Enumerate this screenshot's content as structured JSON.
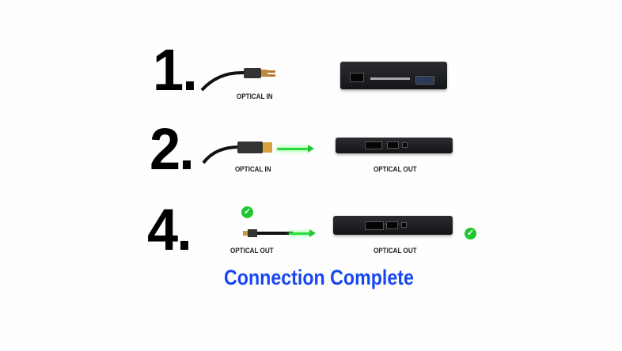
{
  "steps": [
    {
      "number": "1.",
      "cable_label": "OPTICAL IN",
      "device_label": ""
    },
    {
      "number": "2.",
      "cable_label": "OPTICAL IN",
      "device_label": "OPTICAL OUT"
    },
    {
      "number": "4.",
      "cable_label": "OPTICAL OUT",
      "device_label": "OPTICAL OUT"
    }
  ],
  "status_text": "Connection Complete",
  "colors": {
    "title": "#1746f2",
    "arrow": "#2bdc3c",
    "check": "#1fc72e"
  },
  "icons": [
    "cable-plug-icon",
    "green-arrow-icon",
    "checkmark-icon",
    "device-icon"
  ]
}
